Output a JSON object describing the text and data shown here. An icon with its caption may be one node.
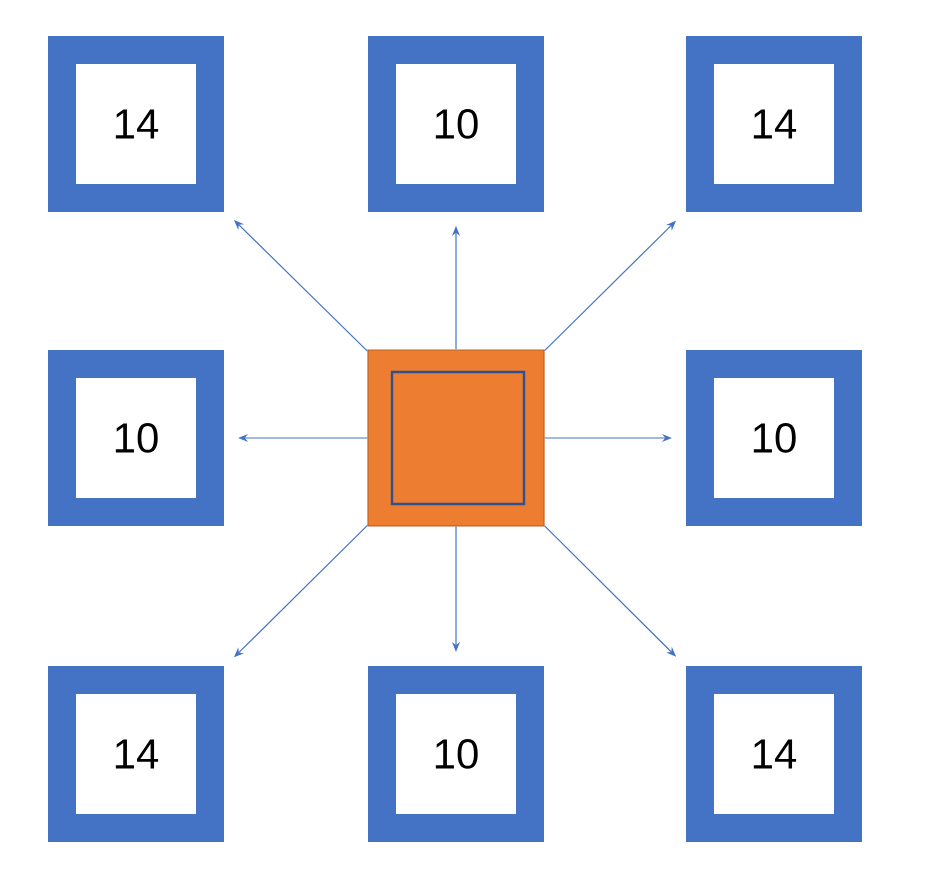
{
  "diagram": {
    "nodes": [
      {
        "text": [
          "14"
        ]
      },
      {
        "text": [
          "10"
        ]
      },
      {
        "text": [
          "14"
        ]
      },
      {
        "text": [
          "10"
        ]
      },
      {
        "text": [],
        "shape": "box"
      },
      {
        "text": [],
        "shape": "box",
        "in": 4
      },
      {
        "text": [
          "10"
        ]
      },
      {
        "text": [
          "14"
        ]
      },
      {
        "text": [
          "10"
        ]
      },
      {
        "text": [
          "14"
        ]
      }
    ],
    "edges": [
      {
        "from": 4,
        "to": 0,
        "arrow": "to"
      },
      {
        "from": 4,
        "to": 1,
        "arrow": "to"
      },
      {
        "from": 4,
        "to": 2,
        "arrow": "to"
      },
      {
        "from": 4,
        "to": 3,
        "arrow": "to"
      },
      {
        "from": 4,
        "to": 6,
        "arrow": "to"
      },
      {
        "from": 4,
        "to": 7,
        "arrow": "to"
      },
      {
        "from": 4,
        "to": 8,
        "arrow": "to"
      },
      {
        "from": 4,
        "to": 9,
        "arrow": "to"
      }
    ]
  }
}
